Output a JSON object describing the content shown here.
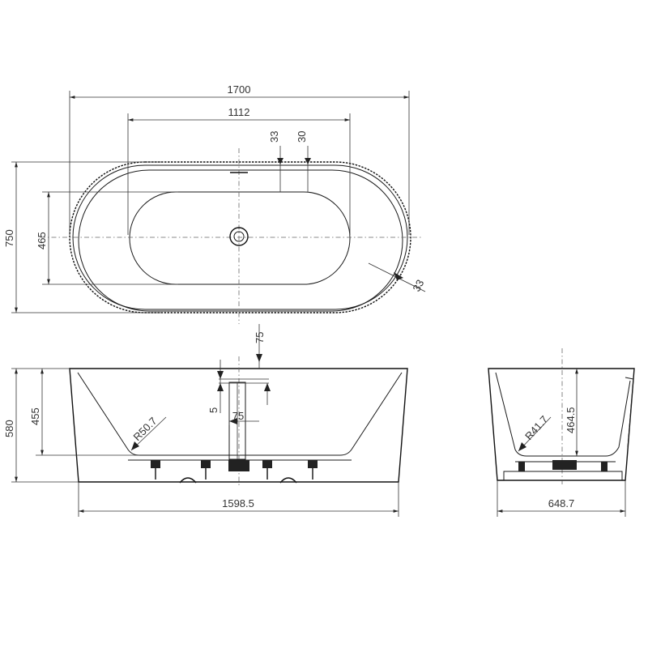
{
  "top_view": {
    "overall_length": "1700",
    "inner_length": "1112",
    "overall_width": "750",
    "inner_width": "465",
    "rim_width_a": "33",
    "rim_width_b": "30",
    "rim_width_side": "33"
  },
  "front_view": {
    "drain_offset": "75",
    "drain_height": "5",
    "drain_width": "75",
    "overall_height": "580",
    "inner_depth": "455",
    "corner_radius": "R50.7",
    "base_length": "1598.5"
  },
  "side_view": {
    "corner_radius": "R41.7",
    "inner_depth": "464.5",
    "base_width": "648.7"
  }
}
